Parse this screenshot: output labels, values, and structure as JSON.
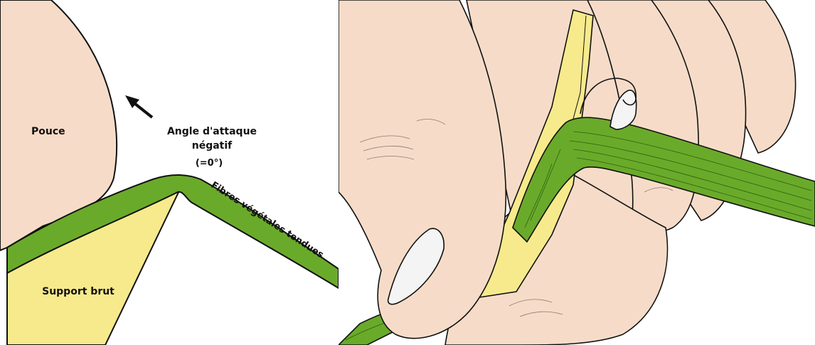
{
  "left_panel": {
    "labels": {
      "thumb": "Pouce",
      "angle_line1": "Angle d'attaque",
      "angle_line2": "négatif",
      "angle_value": "(=0°)",
      "fibres": "Fibres végétales tendues",
      "support": "Support brut"
    }
  },
  "colors": {
    "skin": "#f6dcc8",
    "fibre_green": "#6aaa2a",
    "fibre_dark": "#2e5e12",
    "support_yellow": "#f7ea8c",
    "outline": "#111111"
  }
}
